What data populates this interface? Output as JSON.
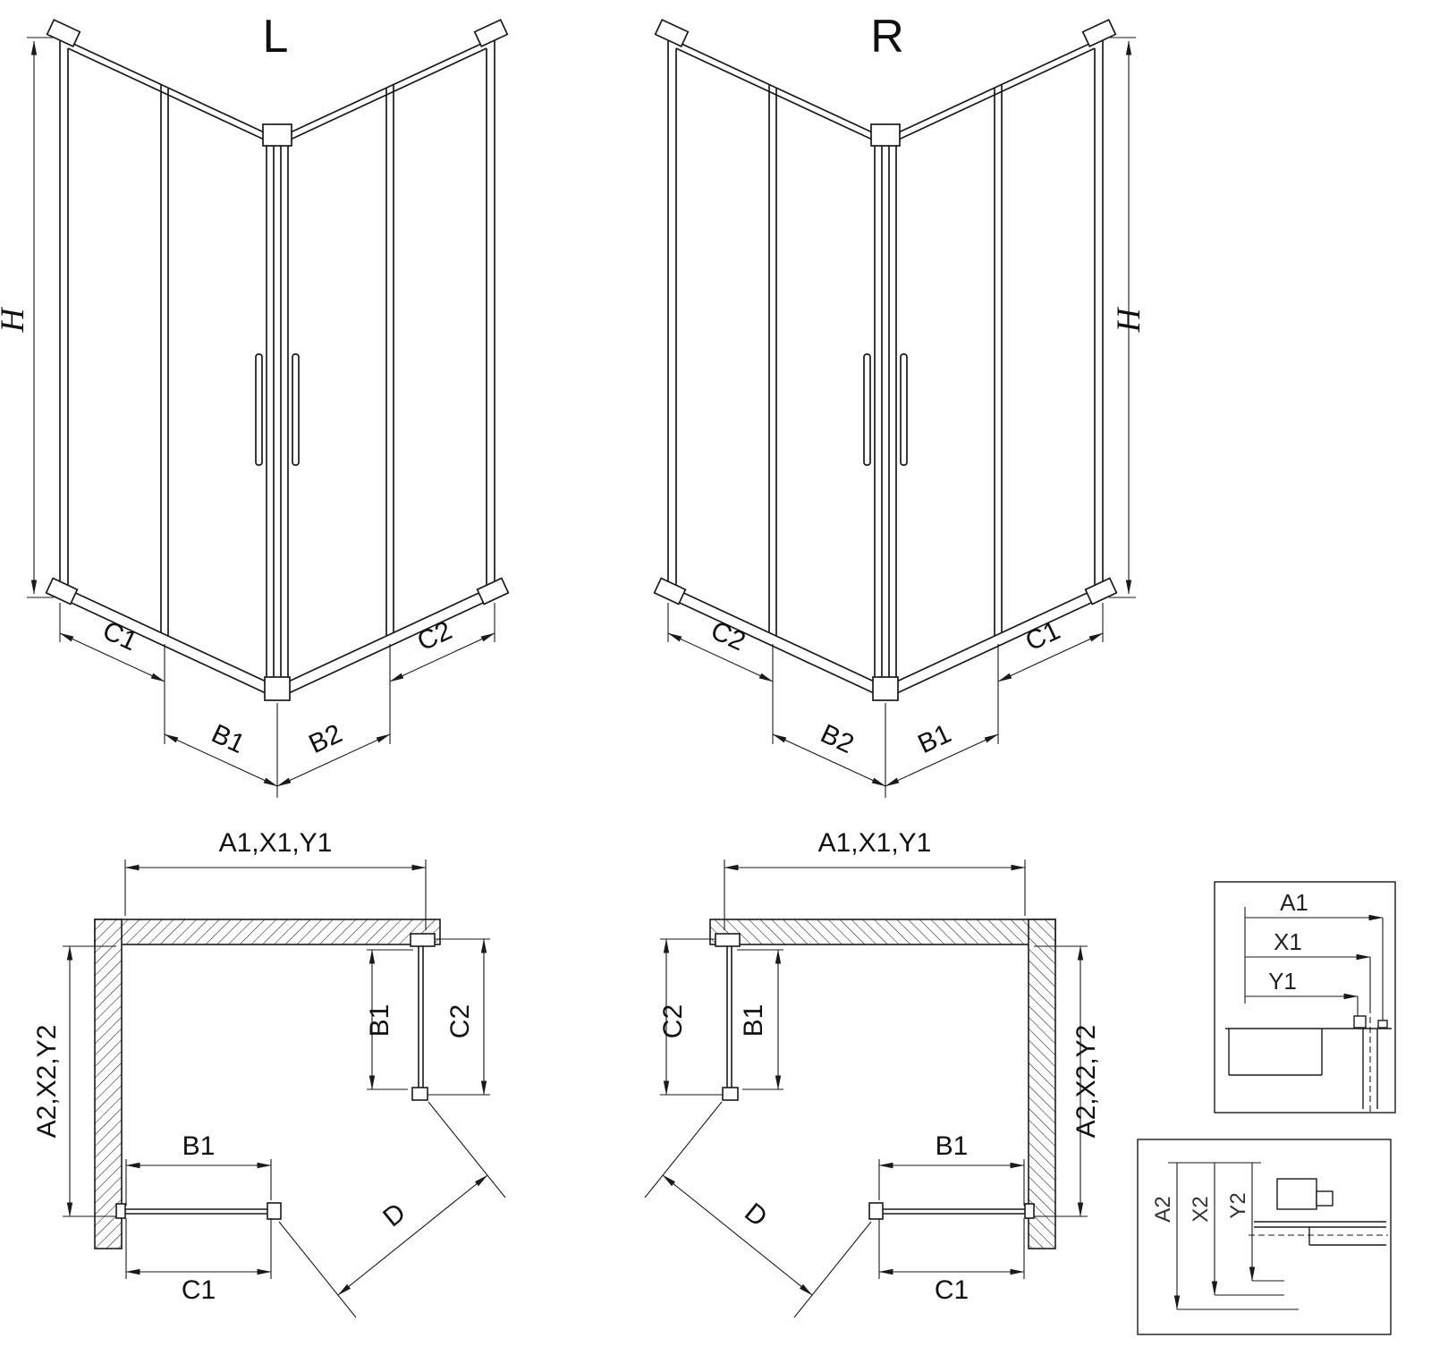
{
  "drawing": {
    "iso_left": {
      "variant": "L",
      "h": "H",
      "c1": "C1",
      "b1": "B1",
      "b2": "B2",
      "c2": "C2"
    },
    "iso_right": {
      "variant": "R",
      "h": "H",
      "c1": "C1",
      "b1": "B1",
      "b2": "B2",
      "c2": "C2"
    },
    "plan_left": {
      "width_top": "A1,X1,Y1",
      "depth_side": "A2,X2,Y2",
      "b1_side": "B1",
      "c2_side": "C2",
      "b1_bottom": "B1",
      "c1_bottom": "C1",
      "diagonal": "D"
    },
    "plan_right": {
      "width_top": "A1,X1,Y1",
      "depth_side": "A2,X2,Y2",
      "b1_side": "B1",
      "c2_side": "C2",
      "b1_bottom": "B1",
      "c1_bottom": "C1",
      "diagonal": "D"
    },
    "detail_widths": {
      "a1": "A1",
      "x1": "X1",
      "y1": "Y1"
    },
    "detail_depths": {
      "a2": "A2",
      "x2": "X2",
      "y2": "Y2"
    }
  },
  "colors": {
    "line": "#1a1a1a",
    "background": "#ffffff"
  }
}
